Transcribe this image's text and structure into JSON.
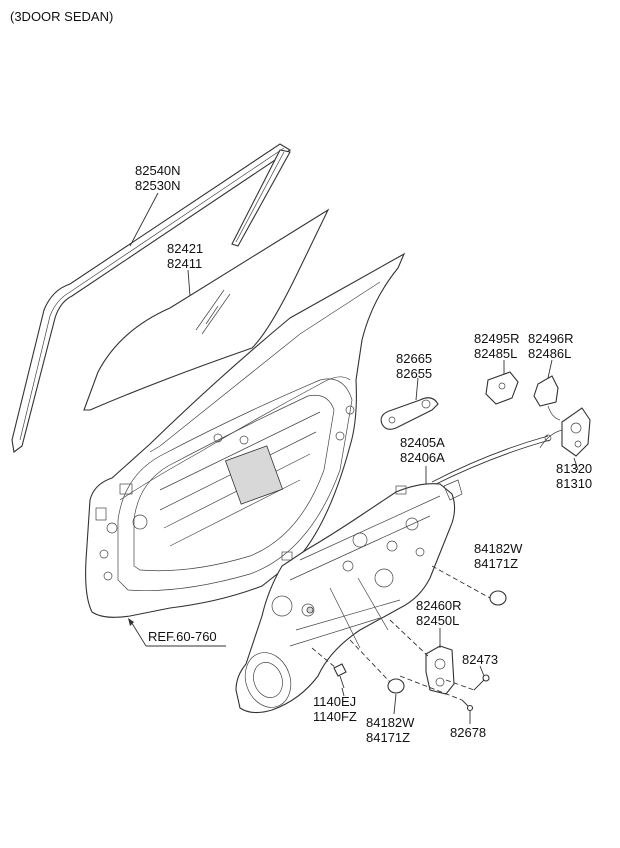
{
  "title": "(3DOOR SEDAN)",
  "labels": {
    "glass_run_top": "82540N",
    "glass_run_bottom": "82530N",
    "glass_top": "82421",
    "glass_bottom": "82411",
    "handle_top": "82665",
    "handle_bottom": "82655",
    "bracket_r_top": "82495R",
    "bracket_r_bottom": "82485L",
    "bracket_l_top": "82496R",
    "bracket_l_bottom": "82486L",
    "cable_top": "82405A",
    "cable_bottom": "82406A",
    "latch_top": "81320",
    "latch_bottom": "81310",
    "plug_top": "84182W",
    "plug_bottom": "84171Z",
    "motor_top": "82460R",
    "motor_bottom": "82450L",
    "bolt_right": "82473",
    "bolt_left_top": "1140EJ",
    "bolt_left_bottom": "1140FZ",
    "plug2_top": "84182W",
    "plug2_bottom": "84171Z",
    "screw": "82678",
    "ref": "REF.60-760"
  }
}
